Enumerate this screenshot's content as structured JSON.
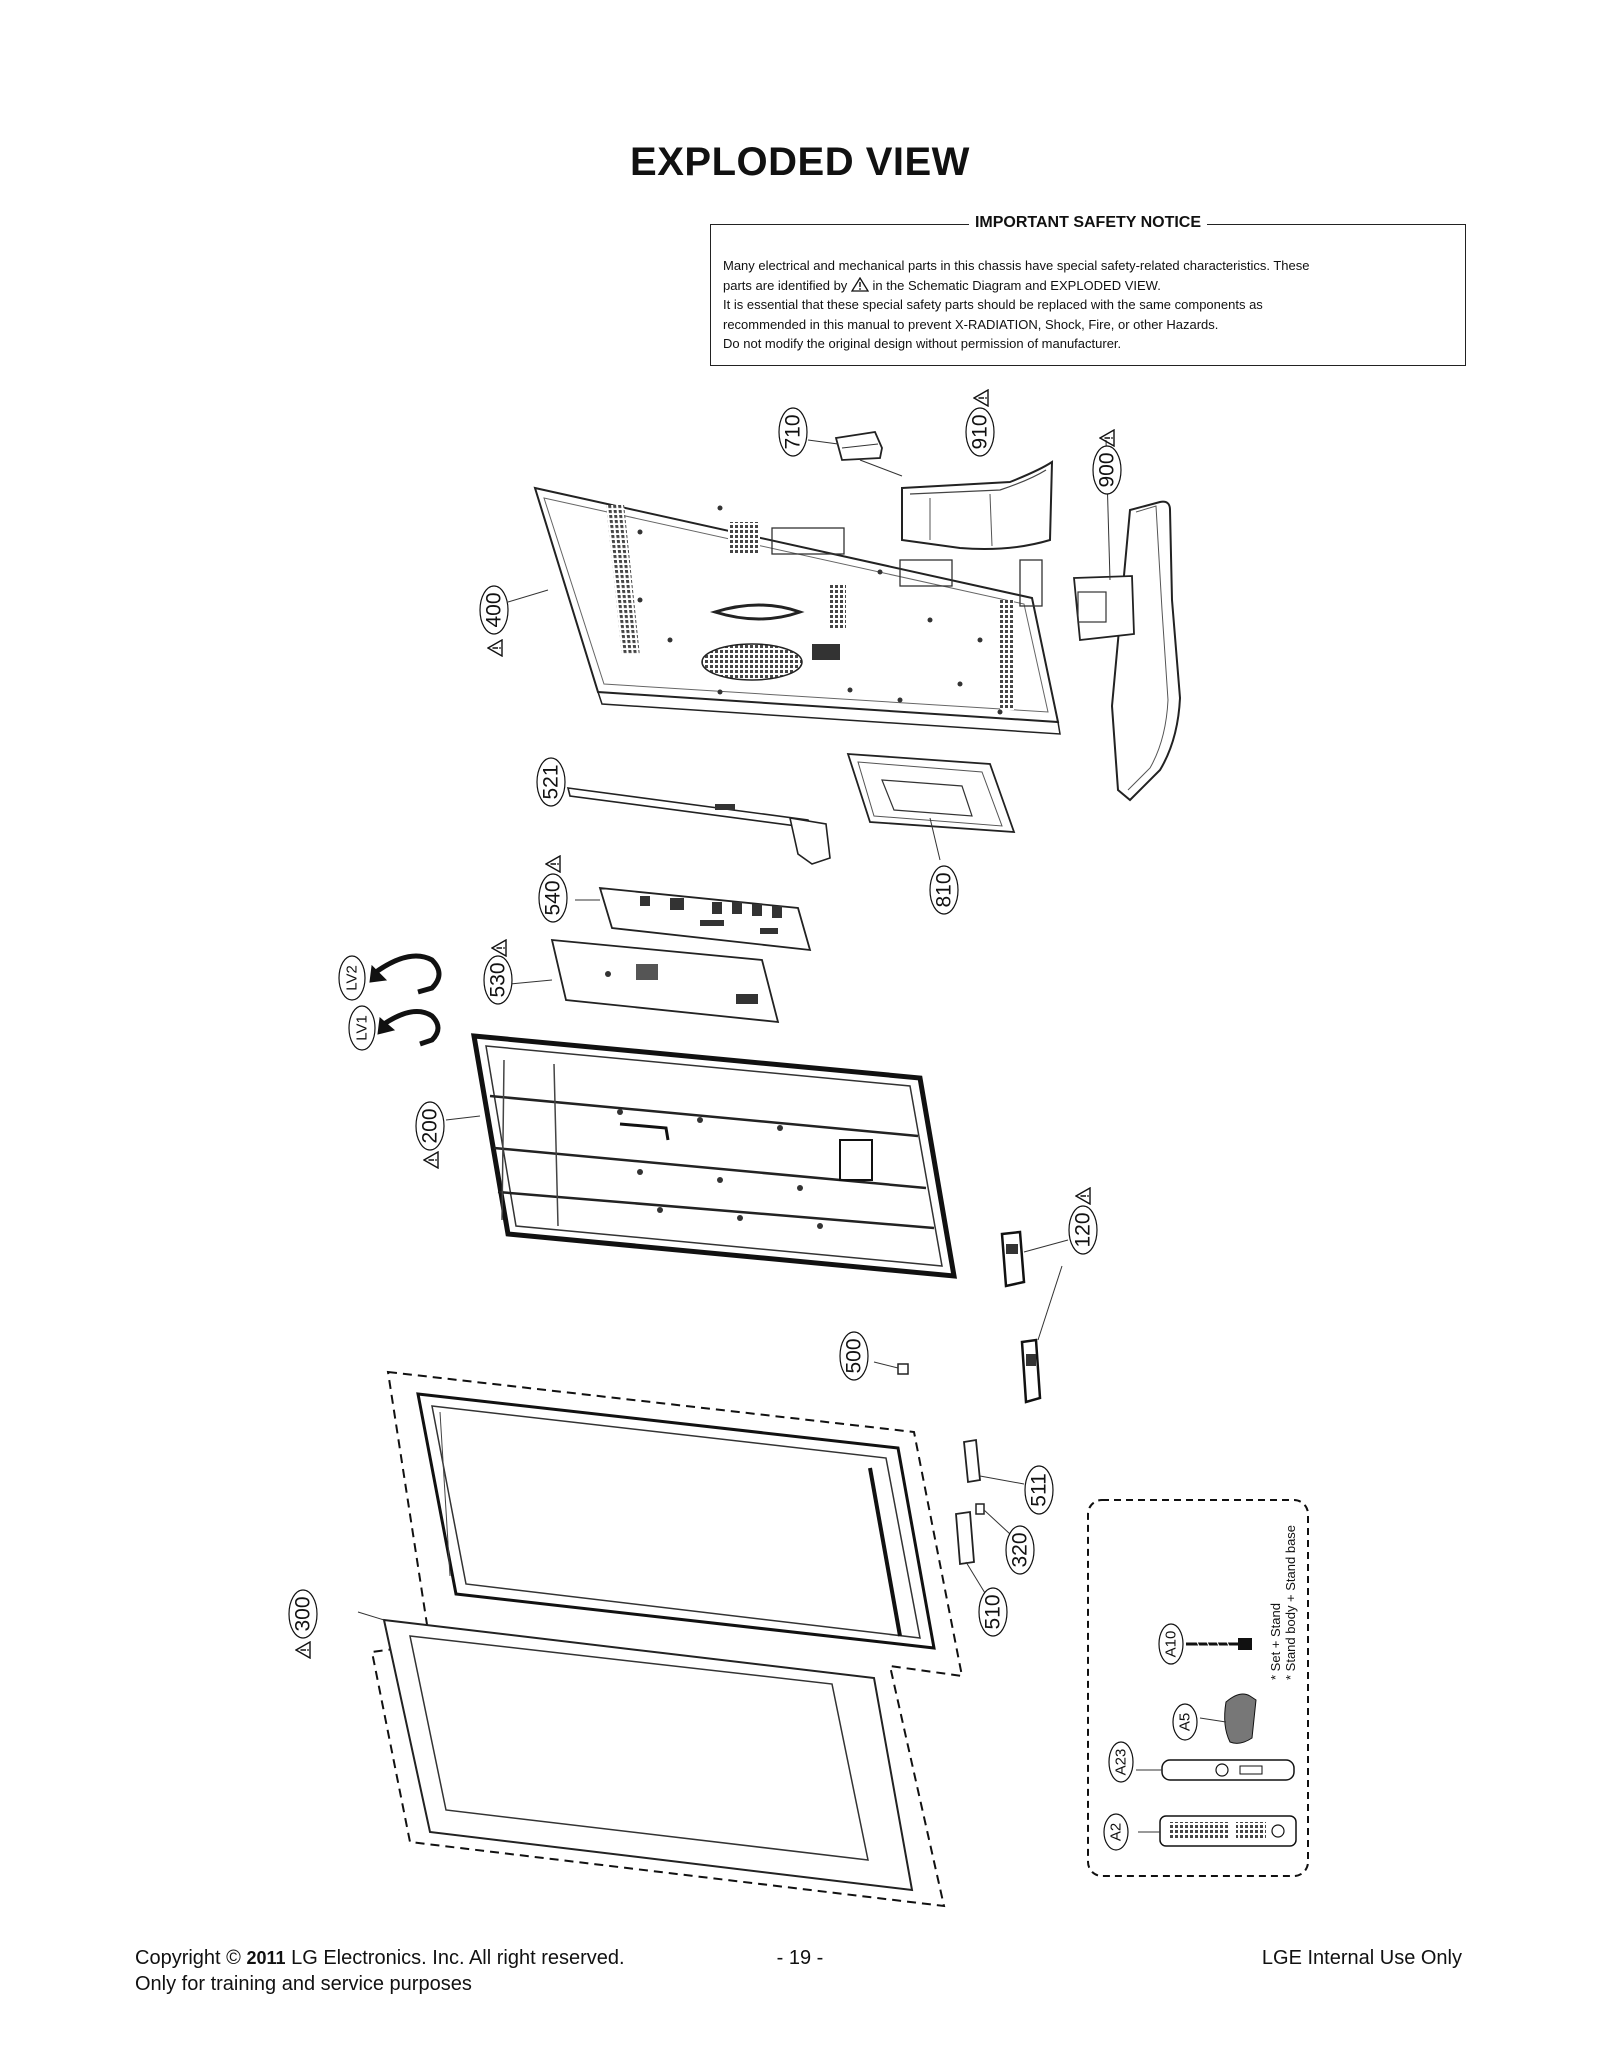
{
  "page": {
    "title": "EXPLODED VIEW"
  },
  "notice": {
    "heading": "IMPORTANT SAFETY NOTICE",
    "line1": "Many electrical and mechanical parts in this chassis have special safety-related characteristics. These",
    "line2_a": "parts are identified by",
    "line2_b": "in the Schematic Diagram and EXPLODED VIEW.",
    "line3": "It is essential that these special safety parts should be replaced with the same components as",
    "line4": "recommended in this manual to prevent X-RADIATION, Shock, Fire, or other Hazards.",
    "line5": "Do not modify the original design without permission of manufacturer."
  },
  "parts": {
    "p710": "710",
    "p910": "910",
    "p900": "900",
    "p400": "400",
    "p521": "521",
    "p810": "810",
    "p540": "540",
    "p530": "530",
    "lv2": "LV2",
    "lv1": "LV1",
    "p200": "200",
    "p120": "120",
    "p500": "500",
    "p511": "511",
    "p320": "320",
    "p510": "510",
    "p300": "300",
    "a10": "A10",
    "a5": "A5",
    "a23": "A23",
    "a2": "A2"
  },
  "accessory_notes": {
    "line1": "* Set + Stand",
    "line2": "* Stand body + Stand base"
  },
  "footer": {
    "copyright_prefix": "Copyright",
    "copyright_symbol": "©",
    "year": "2011",
    "company": "LG Electronics. Inc. All right reserved.",
    "line2": "Only for training and service purposes",
    "page_number": "- 19 -",
    "internal": "LGE Internal Use Only"
  }
}
